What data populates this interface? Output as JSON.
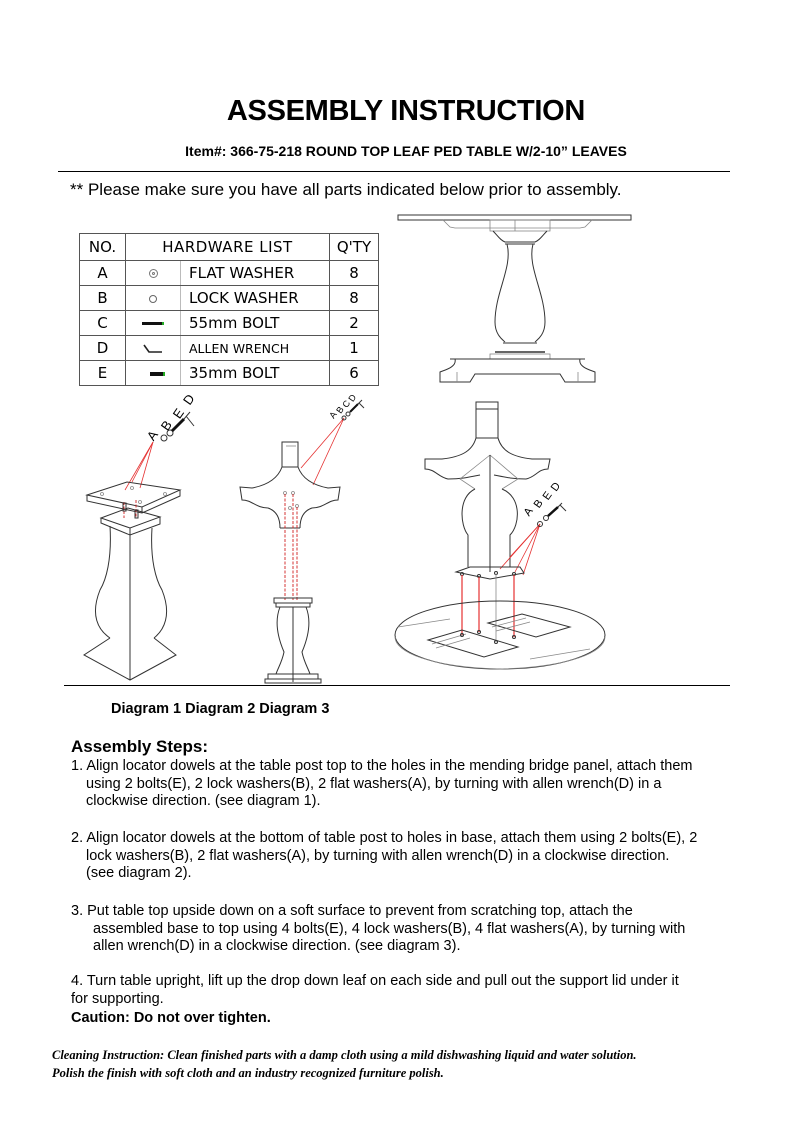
{
  "header": {
    "title": "ASSEMBLY INSTRUCTION",
    "item_line": "Item#: 366-75-218 ROUND TOP LEAF PED TABLE W/2-10” LEAVES"
  },
  "notice": "** Please make sure you have all parts indicated below prior to assembly.",
  "hardware_table": {
    "headers": {
      "no": "NO.",
      "list": "HARDWARE LIST",
      "qty": "Q'TY"
    },
    "rows": [
      {
        "no": "A",
        "icon": "flat-washer-icon",
        "name": "FLAT WASHER",
        "qty": "8"
      },
      {
        "no": "B",
        "icon": "lock-washer-icon",
        "name": "LOCK WASHER",
        "qty": "8"
      },
      {
        "no": "C",
        "icon": "long-bolt-icon",
        "name": "55mm BOLT",
        "qty": "2"
      },
      {
        "no": "D",
        "icon": "allen-wrench-icon",
        "name": "ALLEN WRENCH",
        "qty": "1"
      },
      {
        "no": "E",
        "icon": "short-bolt-icon",
        "name": "35mm BOLT",
        "qty": "6"
      }
    ]
  },
  "diagrams": {
    "d1_callouts": [
      "A",
      "B",
      "E",
      "D"
    ],
    "d2_callouts": [
      "A",
      "B",
      "C",
      "D"
    ],
    "d3_callouts": [
      "A",
      "B",
      "E",
      "D"
    ],
    "caption": "Diagram 1 Diagram 2 Diagram 3"
  },
  "steps": {
    "heading": "Assembly Steps:",
    "items": [
      {
        "line1": "1. Align locator dowels at the table post top to the holes in the mending bridge panel, attach them",
        "line2": "using 2 bolts(E), 2 lock washers(B), 2 flat washers(A), by turning with allen wrench(D) in a",
        "line3": "clockwise direction. (see diagram 1)."
      },
      {
        "line1": "2. Align locator dowels at the bottom of table post to holes in base, attach them using 2 bolts(E), 2",
        "line2": "lock washers(B), 2 flat washers(A), by turning with allen wrench(D) in a clockwise direction.",
        "line3": "(see diagram 2)."
      },
      {
        "line1": "3. Put table top upside down on a soft surface to prevent from scratching top, attach the",
        "line2": "assembled base to top using 4 bolts(E), 4 lock washers(B), 4 flat washers(A), by turning with",
        "line3": "allen wrench(D) in a clockwise direction. (see diagram 3)."
      },
      {
        "line1": "4. Turn table upright, lift up the drop down leaf on each side and pull out the support lid under it",
        "line2": "for supporting."
      }
    ],
    "caution": "Caution: Do not over tighten."
  },
  "cleaning": {
    "line1": "Cleaning Instruction: Clean finished parts with a damp cloth using a mild dishwashing liquid and water solution.",
    "line2": "Polish the finish with soft cloth and an industry recognized furniture polish."
  },
  "colors": {
    "text": "#000000",
    "line_art": "#333333",
    "callout_lines": "#e53030",
    "bolt_tip": "#22aa22"
  }
}
